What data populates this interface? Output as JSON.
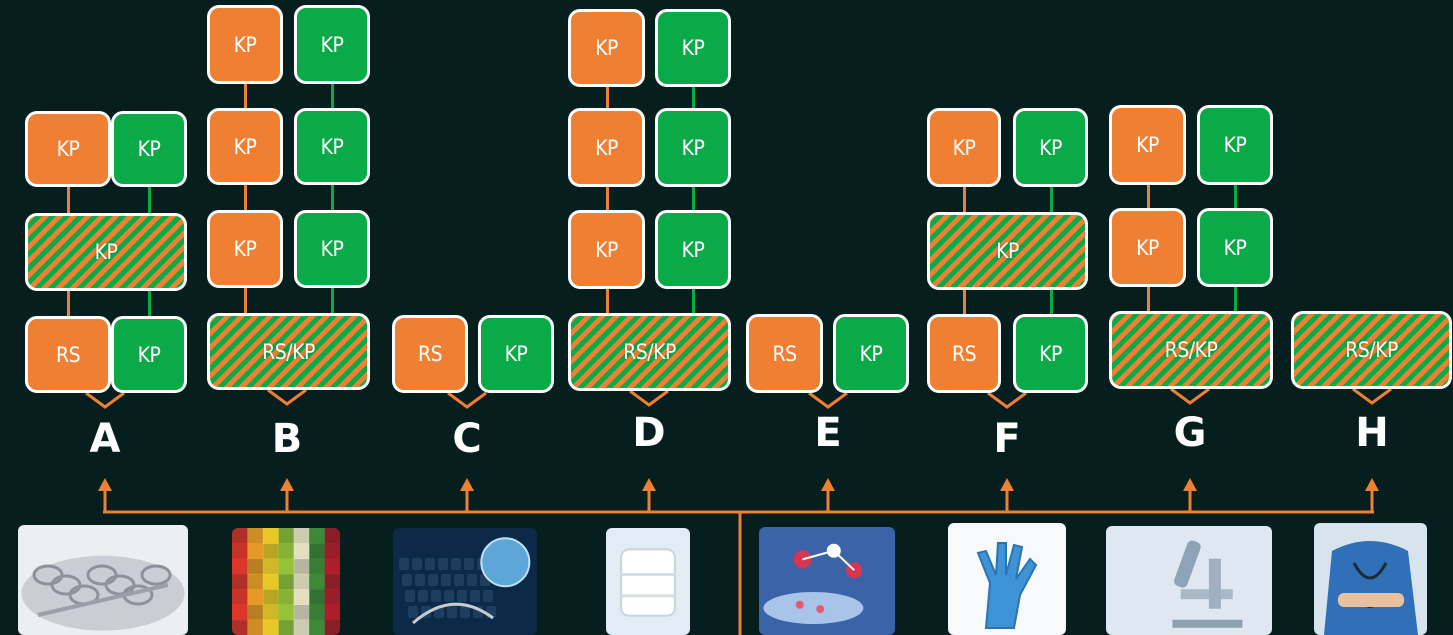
{
  "columns": [
    {
      "id": "a",
      "letter": "A",
      "icon": "surgical-instruments-photo",
      "levels": [
        {
          "kind": "pair",
          "left": "RS",
          "right": "KP"
        },
        {
          "kind": "hatch",
          "label": "KP"
        },
        {
          "kind": "pair",
          "left": "KP",
          "right": "KP"
        }
      ]
    },
    {
      "id": "b",
      "letter": "B",
      "icon": "fruits-vegetables-photo",
      "levels": [
        {
          "kind": "hatch",
          "label": "RS/KP"
        },
        {
          "kind": "pair",
          "left": "KP",
          "right": "KP"
        },
        {
          "kind": "pair",
          "left": "KP",
          "right": "KP"
        },
        {
          "kind": "pair",
          "left": "KP",
          "right": "KP"
        }
      ]
    },
    {
      "id": "c",
      "letter": "C",
      "icon": "keyboard-stethoscope-photo",
      "levels": [
        {
          "kind": "pair",
          "left": "RS",
          "right": "KP"
        }
      ]
    },
    {
      "id": "d",
      "letter": "D",
      "icon": "bandage-roll-photo",
      "levels": [
        {
          "kind": "hatch",
          "label": "RS/KP"
        },
        {
          "kind": "pair",
          "left": "KP",
          "right": "KP"
        },
        {
          "kind": "pair",
          "left": "KP",
          "right": "KP"
        },
        {
          "kind": "pair",
          "left": "KP",
          "right": "KP"
        }
      ]
    },
    {
      "id": "e",
      "letter": "E",
      "icon": "laboratory-molecules-photo",
      "levels": [
        {
          "kind": "pair",
          "left": "RS",
          "right": "KP"
        }
      ]
    },
    {
      "id": "f",
      "letter": "F",
      "icon": "blue-gloves-photo",
      "levels": [
        {
          "kind": "pair",
          "left": "RS",
          "right": "KP"
        },
        {
          "kind": "hatch",
          "label": "KP"
        },
        {
          "kind": "pair",
          "left": "KP",
          "right": "KP"
        }
      ]
    },
    {
      "id": "g",
      "letter": "G",
      "icon": "microscope-photo",
      "levels": [
        {
          "kind": "hatch",
          "label": "RS/KP"
        },
        {
          "kind": "pair",
          "left": "KP",
          "right": "KP"
        },
        {
          "kind": "pair",
          "left": "KP",
          "right": "KP"
        }
      ]
    },
    {
      "id": "h",
      "letter": "H",
      "icon": "doctor-stethoscope-photo",
      "levels": [
        {
          "kind": "hatch",
          "label": "RS/KP"
        }
      ]
    }
  ],
  "colors": {
    "background": "#061f1e",
    "orange": "#ef7f32",
    "green": "#0aaa48",
    "border": "#ffffff"
  }
}
